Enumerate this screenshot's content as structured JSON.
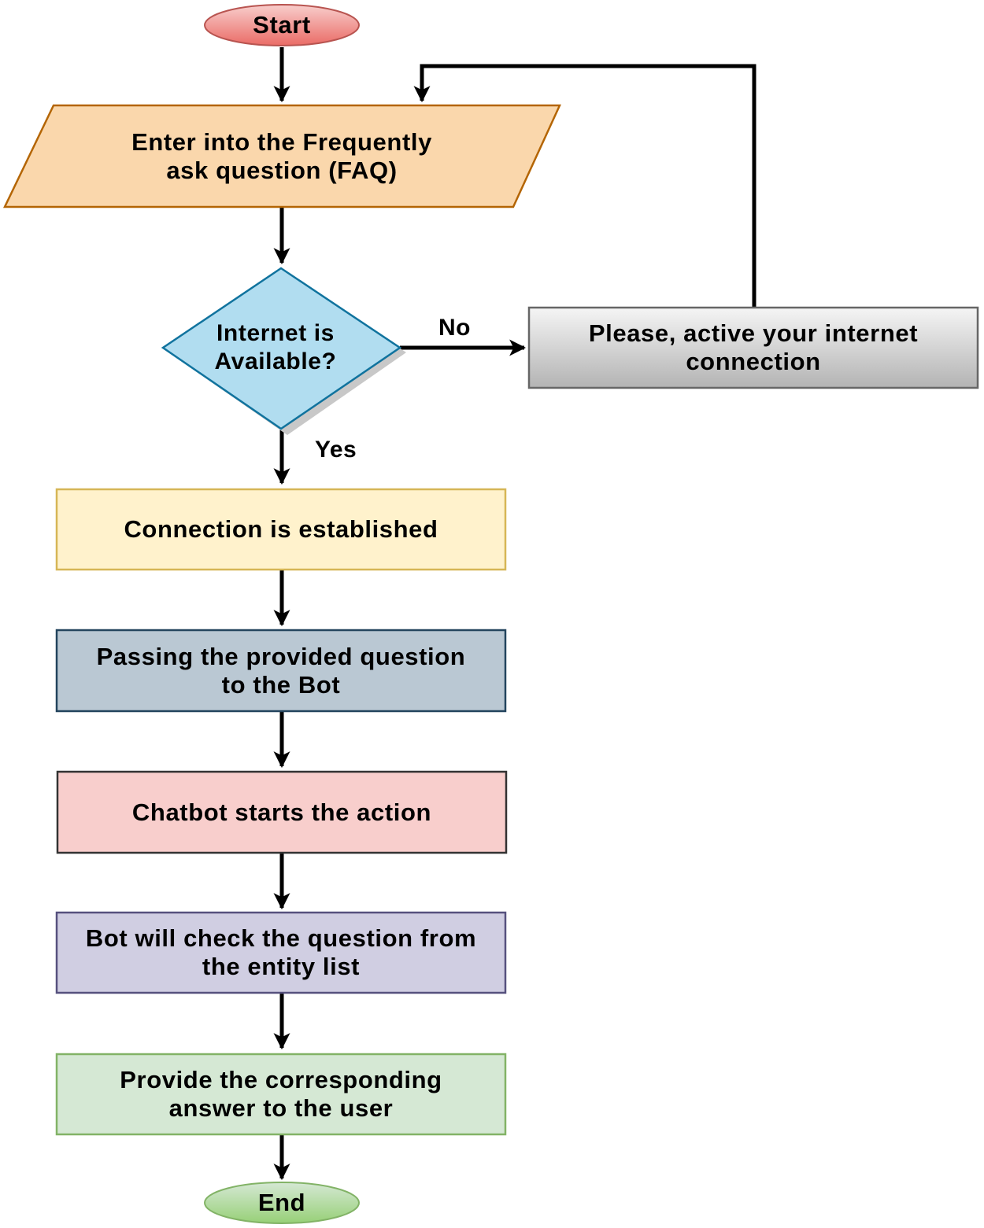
{
  "flowchart": {
    "nodes": {
      "start": {
        "text": "Start",
        "shape": "terminator",
        "fill": "#f4a4a4",
        "stroke": "#b85450"
      },
      "faq": {
        "text": "Enter into the Frequently\nask question (FAQ)",
        "shape": "parallelogram",
        "fill": "#fad7ac",
        "stroke": "#b46504"
      },
      "decision": {
        "text": "Internet is\nAvailable?",
        "shape": "diamond",
        "fill": "#b1ddf0",
        "stroke": "#10739e"
      },
      "activate": {
        "text": "Please, active your internet\nconnection",
        "shape": "process",
        "fill": "#e0e0e0",
        "stroke": "#666666"
      },
      "connected": {
        "text": "Connection is established",
        "shape": "process",
        "fill": "#fff2cc",
        "stroke": "#d6b656"
      },
      "passing": {
        "text": "Passing the provided question\nto the Bot",
        "shape": "process",
        "fill": "#bac8d3",
        "stroke": "#23445d"
      },
      "chatbot": {
        "text": "Chatbot starts the action",
        "shape": "process",
        "fill": "#f8cecc",
        "stroke": "#333333"
      },
      "check": {
        "text": "Bot will check the question from\nthe entity list",
        "shape": "process",
        "fill": "#d0cee2",
        "stroke": "#56517e"
      },
      "answer": {
        "text": "Provide the corresponding\nanswer to the user",
        "shape": "process",
        "fill": "#d5e8d4",
        "stroke": "#82b366"
      },
      "end": {
        "text": "End",
        "shape": "terminator",
        "fill": "#b9e0a5",
        "stroke": "#82b366"
      }
    },
    "edge_labels": {
      "no": "No",
      "yes": "Yes"
    },
    "edges": [
      {
        "from": "start",
        "to": "faq"
      },
      {
        "from": "faq",
        "to": "decision"
      },
      {
        "from": "decision",
        "to": "activate",
        "label": "No"
      },
      {
        "from": "activate",
        "to": "faq"
      },
      {
        "from": "decision",
        "to": "connected",
        "label": "Yes"
      },
      {
        "from": "connected",
        "to": "passing"
      },
      {
        "from": "passing",
        "to": "chatbot"
      },
      {
        "from": "chatbot",
        "to": "check"
      },
      {
        "from": "check",
        "to": "answer"
      },
      {
        "from": "answer",
        "to": "end"
      }
    ]
  }
}
